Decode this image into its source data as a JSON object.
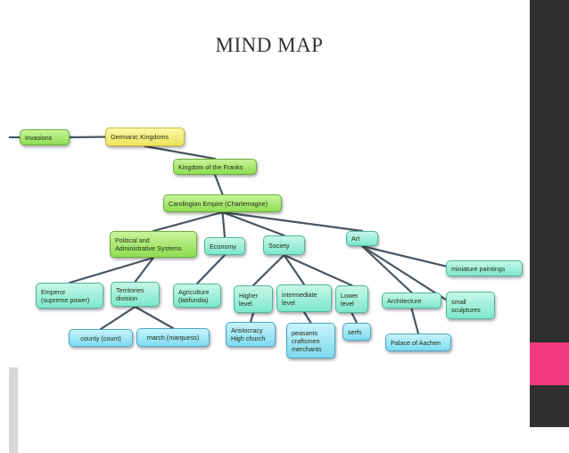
{
  "slide": {
    "title": "MIND MAP",
    "colors": {
      "sidebar": "#2f2f2f",
      "accent": "#f2397c"
    }
  },
  "mindmap": {
    "nodes": [
      {
        "id": "invasions",
        "label": "Invasions",
        "color": "green"
      },
      {
        "id": "germanic",
        "label": "Germanic Kingdoms",
        "color": "yellow"
      },
      {
        "id": "franks",
        "label": "Kingdom of the Franks",
        "color": "green"
      },
      {
        "id": "carolingian",
        "label": "Carolingian Empire (Charlemagne)",
        "color": "green"
      },
      {
        "id": "political",
        "label": "Political and\nAdministrative Systems",
        "color": "green"
      },
      {
        "id": "economy",
        "label": "Economy",
        "color": "teal"
      },
      {
        "id": "society",
        "label": "Society",
        "color": "teal"
      },
      {
        "id": "art",
        "label": "Art",
        "color": "teal"
      },
      {
        "id": "miniature",
        "label": "miniature paintings",
        "color": "teal"
      },
      {
        "id": "emperor",
        "label": "Emperor\n(supreme power)",
        "color": "teal"
      },
      {
        "id": "territories",
        "label": "Territories\ndivision",
        "color": "teal"
      },
      {
        "id": "agriculture",
        "label": "Agriculture\n(latifundia)",
        "color": "teal"
      },
      {
        "id": "higher",
        "label": "Higher\nlevel",
        "color": "teal"
      },
      {
        "id": "intermediate",
        "label": "intermediate\nlevel",
        "color": "teal"
      },
      {
        "id": "lower",
        "label": "Lower\nlevel",
        "color": "teal"
      },
      {
        "id": "architecture",
        "label": "Architecture",
        "color": "teal"
      },
      {
        "id": "sculptures",
        "label": "small\nsculptures",
        "color": "teal"
      },
      {
        "id": "county",
        "label": "county (count)",
        "color": "cyan"
      },
      {
        "id": "march",
        "label": "march (marquess)",
        "color": "cyan"
      },
      {
        "id": "aristocracy",
        "label": "Aristocracy\nHigh church",
        "color": "cyan"
      },
      {
        "id": "peasants",
        "label": "peasants\ncraftsmen\nmerchants",
        "color": "cyan"
      },
      {
        "id": "serfs",
        "label": "serfs",
        "color": "cyan"
      },
      {
        "id": "palace",
        "label": "Palace of Aachen",
        "color": "cyan"
      }
    ],
    "links": [
      [
        "invasions",
        "germanic"
      ],
      [
        "germanic",
        "franks"
      ],
      [
        "franks",
        "carolingian"
      ],
      [
        "carolingian",
        "political"
      ],
      [
        "carolingian",
        "economy"
      ],
      [
        "carolingian",
        "society"
      ],
      [
        "carolingian",
        "art"
      ],
      [
        "political",
        "emperor"
      ],
      [
        "political",
        "territories"
      ],
      [
        "territories",
        "county"
      ],
      [
        "territories",
        "march"
      ],
      [
        "economy",
        "agriculture"
      ],
      [
        "society",
        "higher"
      ],
      [
        "society",
        "intermediate"
      ],
      [
        "society",
        "lower"
      ],
      [
        "higher",
        "aristocracy"
      ],
      [
        "intermediate",
        "peasants"
      ],
      [
        "lower",
        "serfs"
      ],
      [
        "art",
        "miniature"
      ],
      [
        "art",
        "architecture"
      ],
      [
        "art",
        "sculptures"
      ],
      [
        "architecture",
        "palace"
      ]
    ]
  }
}
